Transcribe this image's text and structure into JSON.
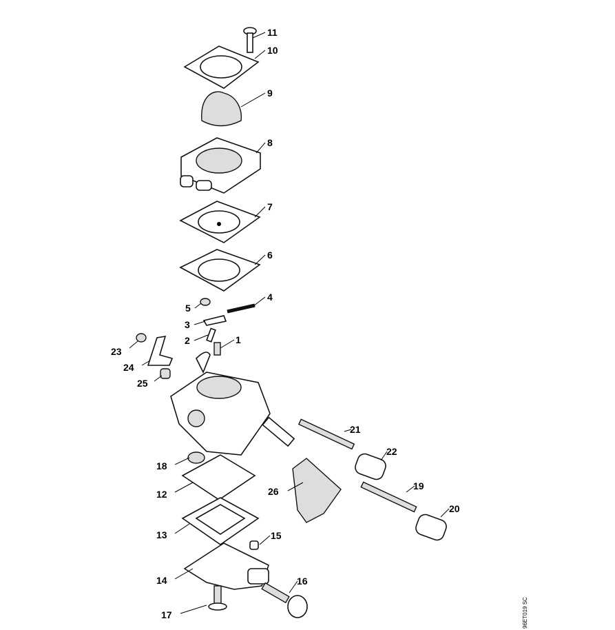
{
  "diagram": {
    "code": "96ET019 SC",
    "parts": [
      {
        "id": "11",
        "label": "11"
      },
      {
        "id": "10",
        "label": "10"
      },
      {
        "id": "9",
        "label": "9"
      },
      {
        "id": "8",
        "label": "8"
      },
      {
        "id": "7",
        "label": "7"
      },
      {
        "id": "6",
        "label": "6"
      },
      {
        "id": "4",
        "label": "4"
      },
      {
        "id": "5",
        "label": "5"
      },
      {
        "id": "3",
        "label": "3"
      },
      {
        "id": "2",
        "label": "2"
      },
      {
        "id": "1",
        "label": "1"
      },
      {
        "id": "23",
        "label": "23"
      },
      {
        "id": "24",
        "label": "24"
      },
      {
        "id": "25",
        "label": "25"
      },
      {
        "id": "21",
        "label": "21"
      },
      {
        "id": "22",
        "label": "22"
      },
      {
        "id": "18",
        "label": "18"
      },
      {
        "id": "12",
        "label": "12"
      },
      {
        "id": "26",
        "label": "26"
      },
      {
        "id": "19",
        "label": "19"
      },
      {
        "id": "20",
        "label": "20"
      },
      {
        "id": "13",
        "label": "13"
      },
      {
        "id": "15",
        "label": "15"
      },
      {
        "id": "14",
        "label": "14"
      },
      {
        "id": "16",
        "label": "16"
      },
      {
        "id": "17",
        "label": "17"
      }
    ]
  }
}
